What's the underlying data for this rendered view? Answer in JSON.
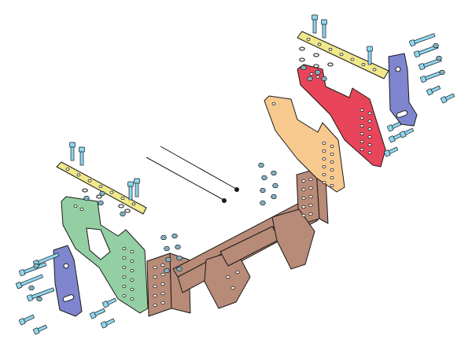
{
  "diagram": {
    "kind": "exploded parts view",
    "colors": {
      "receiver_frame": "#b88a78",
      "left_bracket": "#93cfa2",
      "right_bracket_front": "#f7c98e",
      "right_bracket_rear": "#e8455a",
      "side_plates": "#7f86cf",
      "straps": "#f0e88a",
      "hardware": "#8ed6f0",
      "outline": "#1a1a1a"
    },
    "parts": [
      {
        "name": "receiver-frame",
        "icon": "hitch-receiver"
      },
      {
        "name": "left-bracket",
        "icon": "bracket"
      },
      {
        "name": "right-bracket-front",
        "icon": "bracket"
      },
      {
        "name": "right-bracket-rear",
        "icon": "bracket"
      },
      {
        "name": "left-side-plate",
        "icon": "plate"
      },
      {
        "name": "right-side-plate",
        "icon": "plate"
      },
      {
        "name": "left-strap",
        "icon": "strap"
      },
      {
        "name": "right-strap",
        "icon": "strap"
      },
      {
        "name": "cable-ties",
        "icon": "cable-tie",
        "count": 2
      },
      {
        "name": "bolts",
        "icon": "bolt"
      },
      {
        "name": "nuts-and-washers",
        "icon": "nut"
      }
    ]
  }
}
